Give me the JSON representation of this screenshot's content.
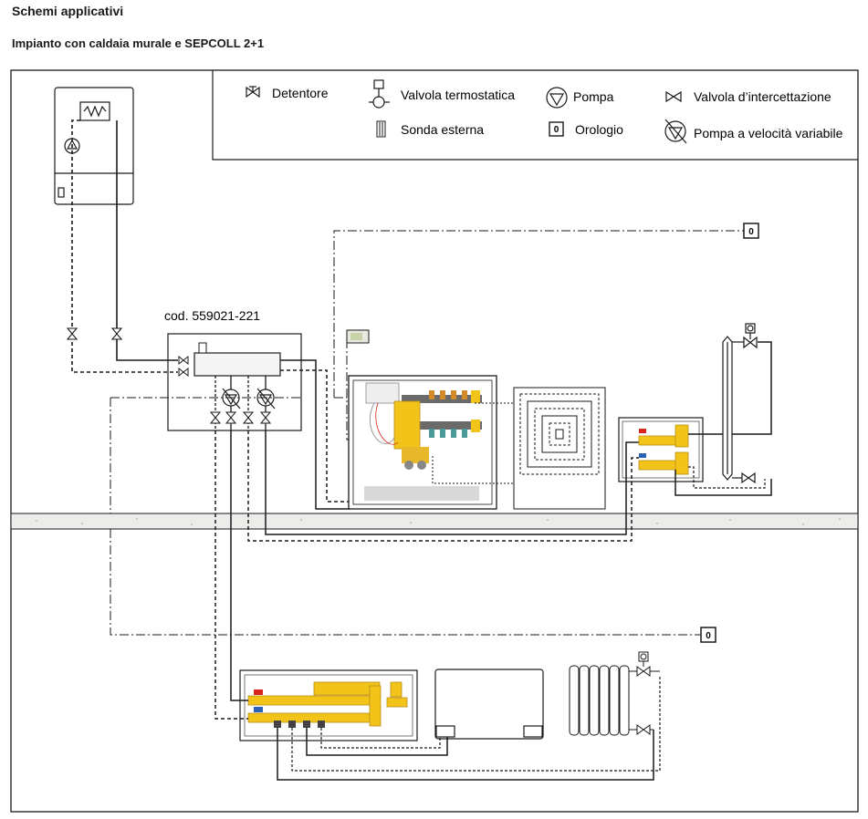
{
  "header": {
    "title": "Schemi applicativi",
    "subtitle": "Impianto con caldaia murale e SEPCOLL 2+1"
  },
  "legend": {
    "items": [
      {
        "icon": "detentore-icon",
        "label": "Detentore"
      },
      {
        "icon": "thermostatic-valve-icon",
        "label": "Valvola termostatica"
      },
      {
        "icon": "pump-icon",
        "label": "Pompa"
      },
      {
        "icon": "shutoff-valve-icon",
        "label": "Valvola d’intercettazione"
      },
      {
        "icon": "external-probe-icon",
        "label": "Sonda esterna"
      },
      {
        "icon": "clock-icon",
        "label": "Orologio"
      },
      {
        "icon": "variable-speed-pump-icon",
        "label": "Pompa a velocità variabile"
      }
    ]
  },
  "diagram": {
    "code_label": "cod. 559021-221",
    "clock_symbol": "0"
  },
  "colors": {
    "line": "#1a1a1a",
    "floor": "#e9e9e7",
    "brass": "#f2c318",
    "brass_dark": "#b8901a",
    "hot": "#d9261c",
    "cold": "#2a62b8",
    "panel": "#d8d8d8"
  }
}
